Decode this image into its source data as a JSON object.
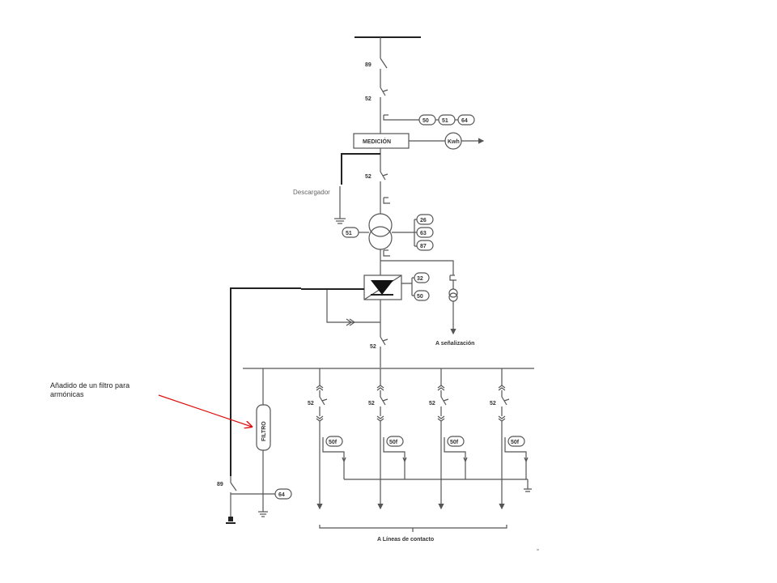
{
  "annotation": {
    "line1": "Añadido de un filtro para",
    "line2": "armónicas"
  },
  "labels": {
    "isolator": "89",
    "breaker": "52",
    "r50": "50",
    "r51": "51",
    "r64": "64",
    "medicion": "MEDICIÓN",
    "kwh": "Kwh",
    "descargador": "Descargador",
    "tr51": "51",
    "r26": "26",
    "r63": "63",
    "r87": "87",
    "r32": "32",
    "r50b": "50",
    "senalizacion": "A señalización",
    "filtro": "FILTRO",
    "r50f": "50f",
    "lineas": "A Líneas de contacto",
    "tiny": "in"
  },
  "colors": {
    "arrow": "#dd1111",
    "line": "#555555",
    "bold_line": "#222222"
  }
}
